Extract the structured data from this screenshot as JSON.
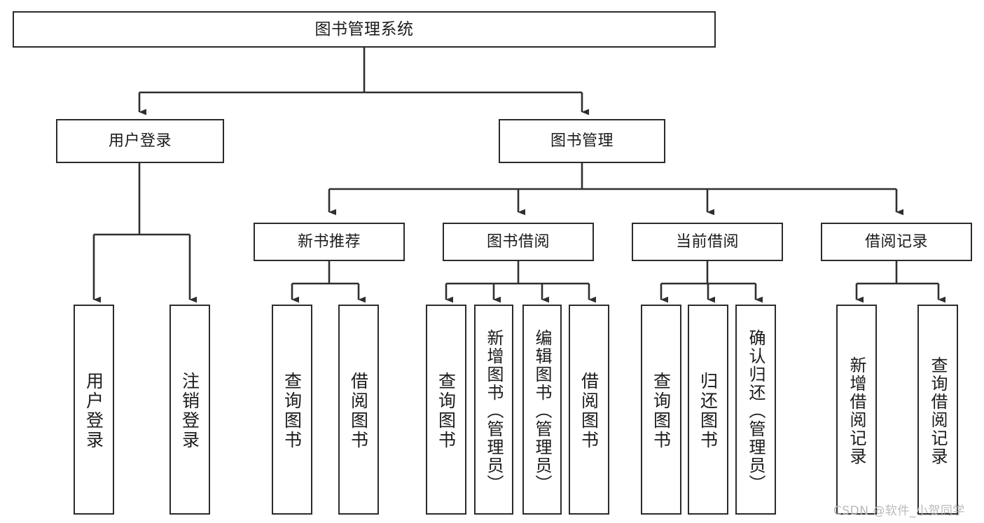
{
  "diagram": {
    "title": "图书管理系统",
    "type": "tree-hierarchy-chart",
    "watermark": "CSDN @软件_小贺同学",
    "colors": {
      "box_border": "#2b2b2b",
      "box_fill": "#ffffff",
      "connector": "#333333",
      "text": "#1b1b1b",
      "watermark": "#b9b9b9",
      "background": "#ffffff"
    },
    "levels": {
      "level1": "root",
      "level2": "modules",
      "level3": "sub-modules",
      "level4": "functions"
    }
  },
  "nodes": {
    "root": {
      "label": "图书管理系统"
    },
    "level2": [
      {
        "id": "user-login",
        "label": "用户登录"
      },
      {
        "id": "book-management",
        "label": "图书管理"
      }
    ],
    "level3": [
      {
        "id": "new-book-recommend",
        "label": "新书推荐"
      },
      {
        "id": "book-borrow",
        "label": "图书借阅"
      },
      {
        "id": "current-borrow",
        "label": "当前借阅"
      },
      {
        "id": "borrow-record",
        "label": "借阅记录"
      }
    ],
    "leaves": {
      "user_login": [
        {
          "id": "leaf-user-login",
          "label": "用户登录"
        },
        {
          "id": "leaf-logout-login",
          "label": "注销登录"
        }
      ],
      "new_book_recommend": [
        {
          "id": "leaf-query-book-1",
          "label": "查询图书"
        },
        {
          "id": "leaf-borrow-book-1",
          "label": "借阅图书"
        }
      ],
      "book_borrow": [
        {
          "id": "leaf-query-book-2",
          "label": "查询图书"
        },
        {
          "id": "leaf-add-book",
          "label": "新增图书（管理员）"
        },
        {
          "id": "leaf-edit-book",
          "label": "编辑图书（管理员）"
        },
        {
          "id": "leaf-borrow-book-2",
          "label": "借阅图书"
        }
      ],
      "current_borrow": [
        {
          "id": "leaf-query-book-3",
          "label": "查询图书"
        },
        {
          "id": "leaf-return-book",
          "label": "归还图书"
        },
        {
          "id": "leaf-confirm-return",
          "label": "确认归还（管理员）"
        }
      ],
      "borrow_record": [
        {
          "id": "leaf-add-record",
          "label": "新增借阅记录"
        },
        {
          "id": "leaf-query-record",
          "label": "查询借阅记录"
        }
      ]
    }
  }
}
